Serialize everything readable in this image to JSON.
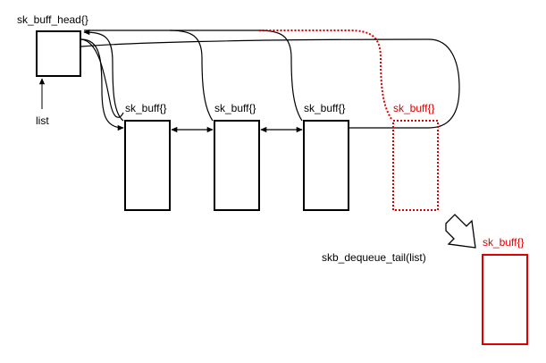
{
  "diagram": {
    "head_label": "sk_buff_head{}",
    "list_label": "list",
    "buffers": [
      {
        "label": "sk_buff{}"
      },
      {
        "label": "sk_buff{}"
      },
      {
        "label": "sk_buff{}"
      },
      {
        "label": "sk_buff{}",
        "state": "removed"
      }
    ],
    "operation_label": "skb_dequeue_tail(list)",
    "dequeued_label": "sk_buff{}"
  },
  "colors": {
    "ink": "#000000",
    "removed": "#dd0000",
    "background": "#ffffff"
  }
}
